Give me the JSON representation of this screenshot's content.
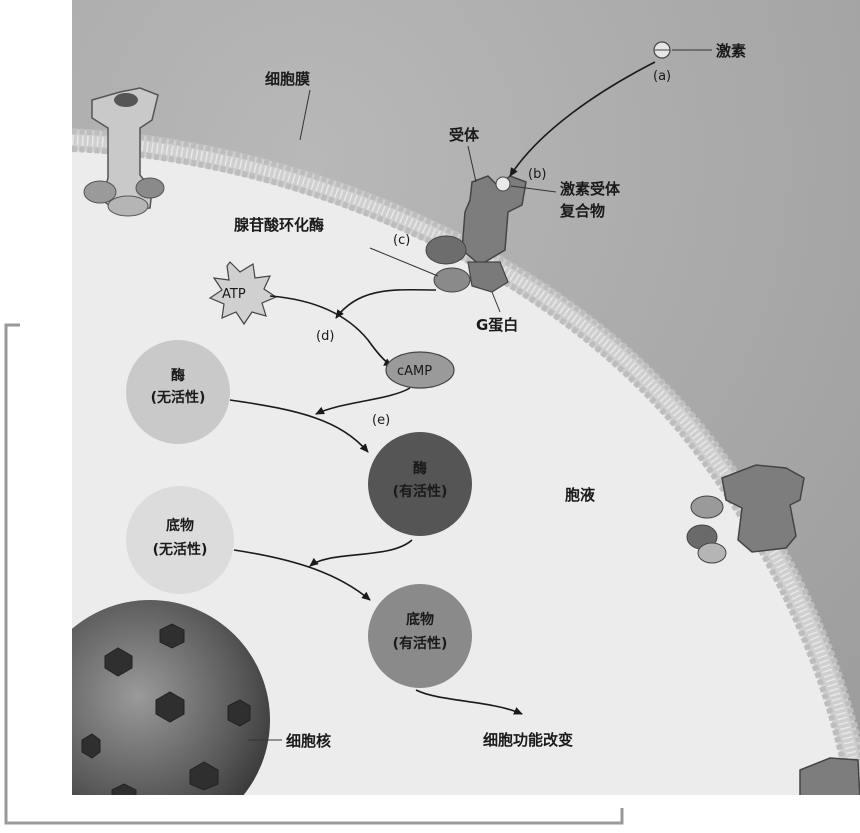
{
  "labels": {
    "hormone": "激素",
    "step_a": "(a)",
    "cell_membrane": "细胞膜",
    "receptor": "受体",
    "step_b": "(b)",
    "complex_line1": "激素受体",
    "complex_line2": "复合物",
    "adenylate_cyclase": "腺苷酸环化酶",
    "step_c": "(c)",
    "atp": "ATP",
    "g_protein": "G蛋白",
    "step_d": "(d)",
    "camp": "cAMP",
    "step_e": "(e)",
    "enzyme_inactive_line1": "酶",
    "enzyme_inactive_line2": "(无活性)",
    "enzyme_active_line1": "酶",
    "enzyme_active_line2": "(有活性)",
    "cytosol": "胞液",
    "substrate_inactive_line1": "底物",
    "substrate_inactive_line2": "(无活性)",
    "substrate_active_line1": "底物",
    "substrate_active_line2": "(有活性)",
    "nucleus": "细胞核",
    "function_change": "细胞功能改变"
  },
  "colors": {
    "outer_cell": "#a9a9a9",
    "cytoplasm": "#ececec",
    "membrane_head": "#d8d8d8",
    "protein": "#7d7d7d",
    "protein_light": "#c8c8c8",
    "enzyme_inactive": "#c9c9c9",
    "enzyme_active": "#555555",
    "substrate_inactive": "#dcdcdc",
    "substrate_active": "#8a8a8a",
    "camp": "#9a9a9a",
    "nucleus": "#4a4a4a"
  }
}
